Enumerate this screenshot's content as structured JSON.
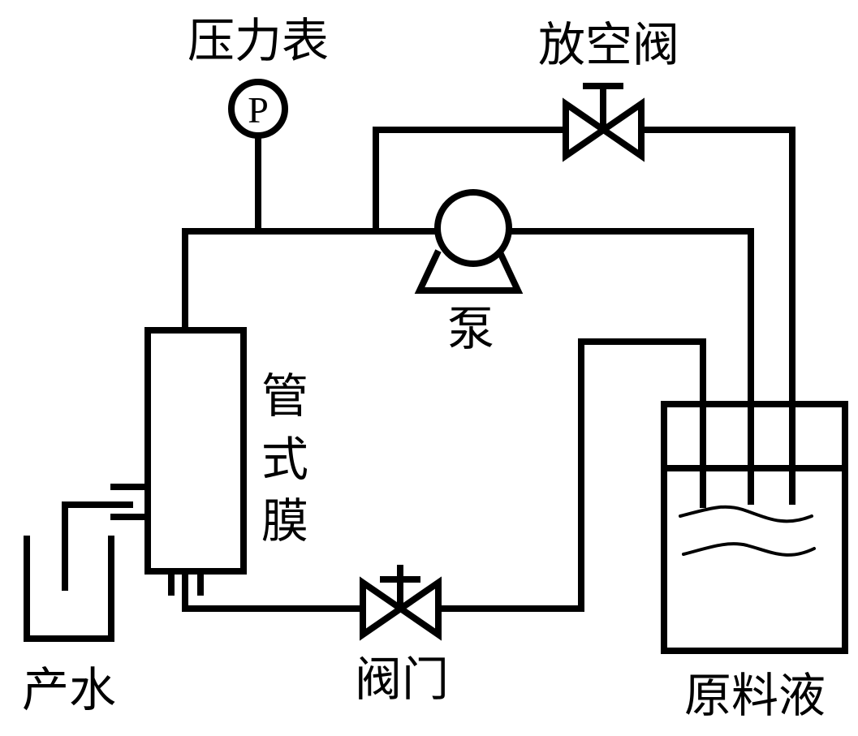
{
  "labels": {
    "pressure_gauge": "压力表",
    "gauge_symbol": "P",
    "vent_valve": "放空阀",
    "pump": "泵",
    "membrane_1": "管",
    "membrane_2": "式",
    "membrane_3": "膜",
    "valve": "阀门",
    "product_water": "产水",
    "feed_solution": "原料液"
  }
}
